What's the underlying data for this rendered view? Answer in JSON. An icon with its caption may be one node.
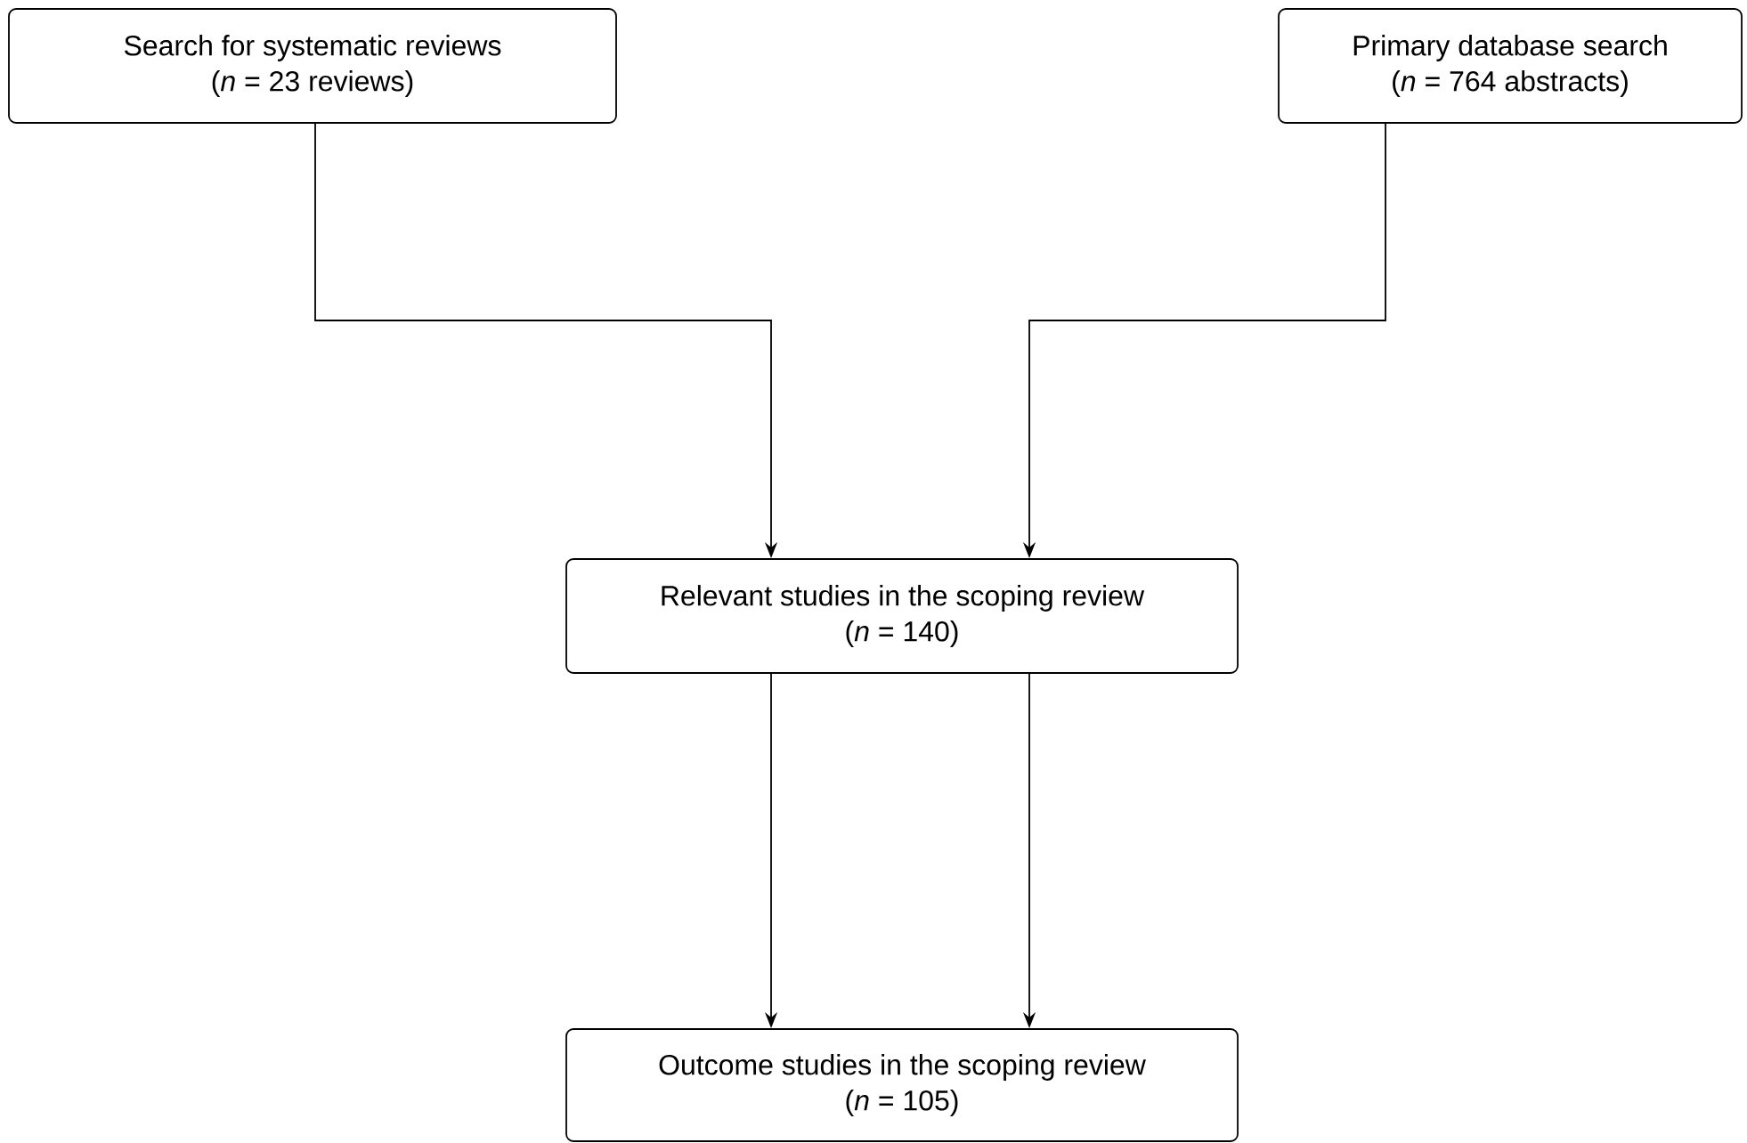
{
  "diagram": {
    "nodes": [
      {
        "text": [
          "Search for systematic reviews",
          "(*n* = 23 reviews)"
        ]
      },
      {
        "text": [
          "Primary database search",
          "(*n* = 764 abstracts)"
        ]
      },
      {
        "text": [
          "Relevant studies in the scoping review",
          "(*n* = 140)"
        ]
      },
      {
        "text": [
          "Outcome studies in the scoping review",
          "(*n* = 105)"
        ]
      }
    ],
    "edges": [
      {
        "from": 0,
        "to": 2,
        "arrow": "to"
      },
      {
        "from": 1,
        "to": 2,
        "arrow": "to"
      },
      {
        "from": 2,
        "to": 3,
        "arrow": "to"
      },
      {
        "from": 2,
        "to": 3,
        "arrow": "to"
      }
    ]
  }
}
